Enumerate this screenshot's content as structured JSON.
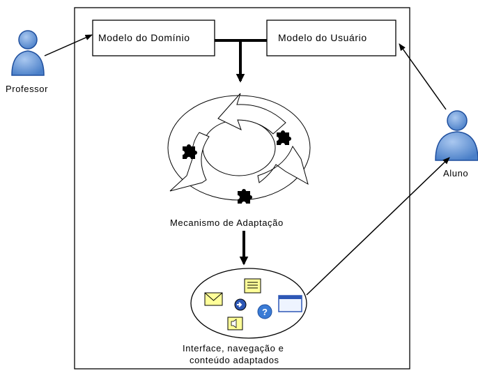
{
  "diagram": {
    "nodes": {
      "domain_model": "Modelo do Domínio",
      "user_model": "Modelo do Usuário",
      "adaptation_mechanism": "Mecanismo de Adaptação",
      "adapted_output_line1": "Interface, navegação e",
      "adapted_output_line2": "conteúdo adaptados"
    },
    "actors": {
      "teacher": "Professor",
      "student": "Aluno"
    },
    "icons": [
      "user-icon",
      "puzzle-piece-icon",
      "envelope-icon",
      "document-icon",
      "forward-arrow-icon",
      "help-icon",
      "window-icon",
      "speaker-icon"
    ],
    "colors": {
      "user_fill": "#5b8fd6",
      "user_fill_light": "#aac8f0",
      "icon_yellow": "#ffff99",
      "help_blue": "#3a7bd5"
    }
  }
}
